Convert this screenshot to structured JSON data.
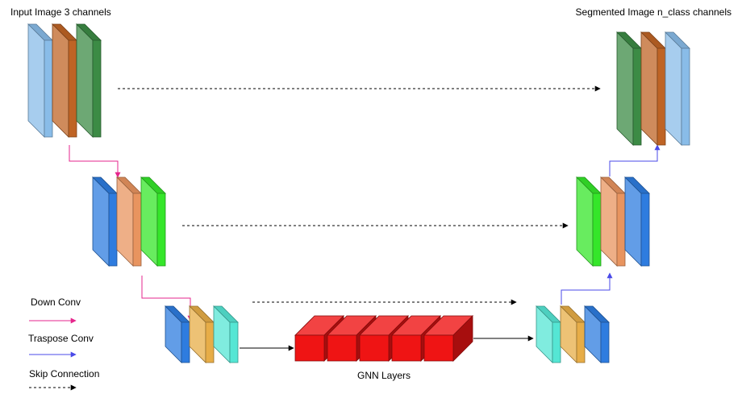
{
  "labels": {
    "input": "Input Image 3 channels",
    "output": "Segmented Image n_class channels",
    "gnn": "GNN Layers"
  },
  "legend": {
    "down_conv": "Down Conv",
    "transpose_conv": "Traspose Conv",
    "skip_connection": "Skip Connection"
  },
  "colors": {
    "light_blue": "#89bce8",
    "rust_orange": "#bf6425",
    "dark_green": "#3c8b45",
    "royal_blue": "#2e7cdf",
    "salmon_orange": "#e8945f",
    "bright_green": "#35e62a",
    "mustard": "#e7ad47",
    "aqua": "#55e6d4",
    "red": "#ef1414",
    "down_conv_arrow": "#e6268c",
    "transpose_conv_arrow": "#4a4ae8",
    "skip_arrow": "#000000"
  }
}
